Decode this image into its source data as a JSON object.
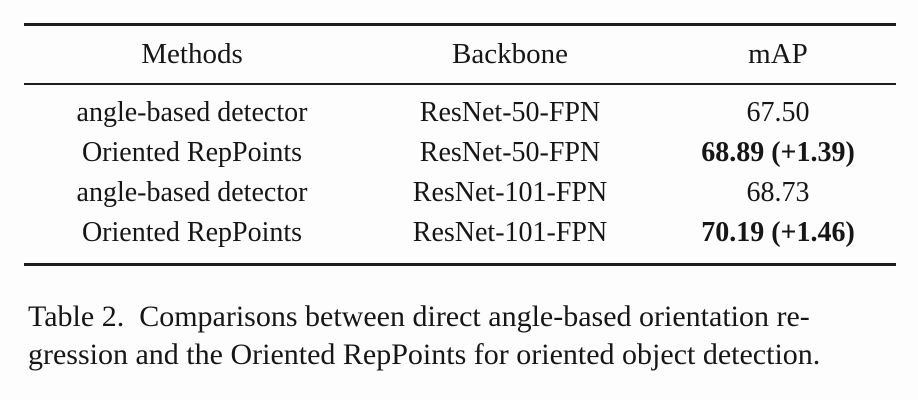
{
  "table": {
    "columns": [
      {
        "label": "Methods"
      },
      {
        "label": "Backbone"
      },
      {
        "label": "mAP"
      }
    ],
    "rows": [
      {
        "method": "angle-based detector",
        "backbone": "ResNet-50-FPN",
        "map": "67.50",
        "bold": false
      },
      {
        "method": "Oriented RepPoints",
        "backbone": "ResNet-50-FPN",
        "map": "68.89 (+1.39)",
        "bold": true
      },
      {
        "method": "angle-based detector",
        "backbone": "ResNet-101-FPN",
        "map": "68.73",
        "bold": false
      },
      {
        "method": "Oriented RepPoints",
        "backbone": "ResNet-101-FPN",
        "map": "70.19 (+1.46)",
        "bold": true
      }
    ]
  },
  "caption": {
    "lines": [
      "Table 2.  Comparisons between direct angle-based orientation re-",
      "gression and the Oriented RepPoints for oriented object detection."
    ]
  },
  "colors": {
    "text": "#161616",
    "rule": "#1e1e1e",
    "background": "#fdfdfd"
  }
}
